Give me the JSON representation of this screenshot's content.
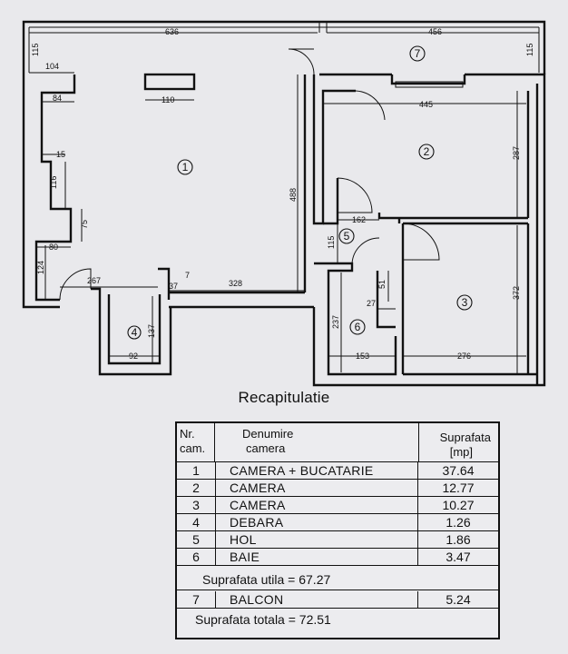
{
  "plan": {
    "rooms": [
      "1",
      "2",
      "3",
      "4",
      "5",
      "6",
      "7"
    ],
    "dimensions": {
      "top_left": "636",
      "top_right": "456",
      "balcony_left": "115",
      "balcony_right": "115",
      "d104": "104",
      "d84": "84",
      "d110": "110",
      "d445": "445",
      "d287": "287",
      "d15": "15",
      "d116": "116",
      "d488": "488",
      "d75": "75",
      "d80": "80",
      "d162": "162",
      "d115b": "115",
      "d124": "124",
      "d267": "267",
      "d37": "37",
      "d7": "7",
      "d328": "328",
      "d51": "51",
      "d27": "27",
      "d372": "372",
      "d237": "237",
      "d137": "137",
      "d92": "92",
      "d153": "153",
      "d276": "276"
    }
  },
  "recap": {
    "title": "Recapitulatie",
    "header": {
      "nr": "Nr.",
      "cam": "cam.",
      "name1": "Denumire",
      "name2": "camera",
      "area1": "Suprafata",
      "area2": "[mp]"
    },
    "rows": [
      {
        "nr": "1",
        "name": "CAMERA + BUCATARIE",
        "area": "37.64"
      },
      {
        "nr": "2",
        "name": "CAMERA",
        "area": "12.77"
      },
      {
        "nr": "3",
        "name": "CAMERA",
        "area": "10.27"
      },
      {
        "nr": "4",
        "name": "DEBARA",
        "area": "1.26"
      },
      {
        "nr": "5",
        "name": "HOL",
        "area": "1.86"
      },
      {
        "nr": "6",
        "name": "BAIE",
        "area": "3.47"
      }
    ],
    "useful_area": "Suprafata utila = 67.27",
    "balcony_row": {
      "nr": "7",
      "name": "BALCON",
      "area": "5.24"
    },
    "total_area": "Suprafata totala = 72.51"
  }
}
